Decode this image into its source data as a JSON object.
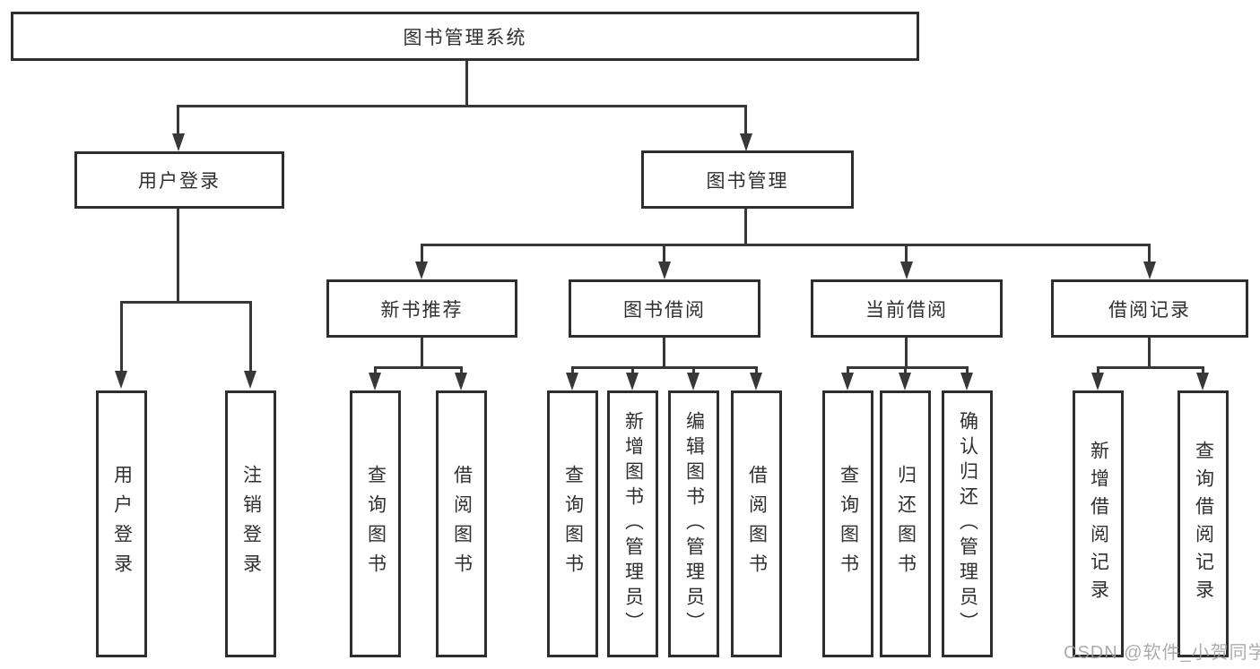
{
  "title": "图书管理系统",
  "branches": [
    {
      "label": "用户登录",
      "children": [
        "用户登录",
        "注销登录"
      ]
    },
    {
      "label": "图书管理",
      "groups": [
        {
          "label": "新书推荐",
          "children": [
            "查询图书",
            "借阅图书"
          ]
        },
        {
          "label": "图书借阅",
          "children": [
            "查询图书",
            "新增图书（管理员）",
            "编辑图书（管理员）",
            "借阅图书"
          ]
        },
        {
          "label": "当前借阅",
          "children": [
            "查询图书",
            "归还图书",
            "确认归还（管理员）"
          ]
        },
        {
          "label": "借阅记录",
          "children": [
            "新增借阅记录",
            "查询借阅记录"
          ]
        }
      ]
    }
  ],
  "watermark": "CSDN @软件_小贺同学",
  "colors": {
    "line": "#383838",
    "border": "#2e2e2e",
    "text": "#2f2f2f",
    "watermark": "#9e9e9e",
    "background": "#ffffff"
  }
}
